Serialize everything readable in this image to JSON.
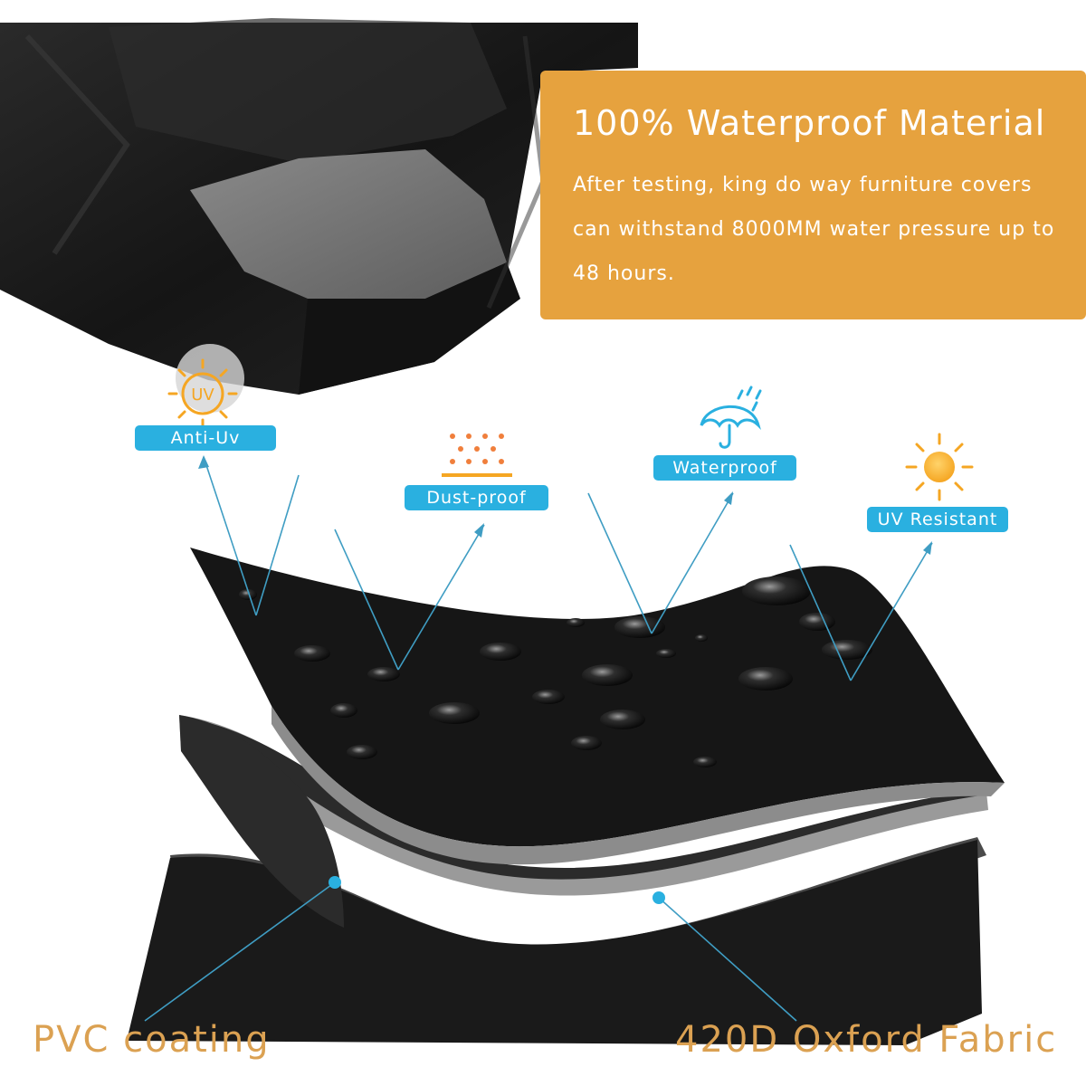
{
  "colors": {
    "accent_orange": "#e6a23e",
    "pill_blue": "#2ab0e0",
    "pointer_blue": "#3f9dc3",
    "label_gold": "#dba152",
    "fabric_black": "#1c1c1c",
    "coating_gray": "#9a9a9a"
  },
  "promo": {
    "title": "100% Waterproof Material",
    "body": "After testing, king do way furniture covers can withstand 8000MM water pressure up to 48 hours."
  },
  "features": [
    {
      "label": "Anti-Uv",
      "icon": "uv-sun-icon"
    },
    {
      "label": "Dust-proof",
      "icon": "dust-particles-icon"
    },
    {
      "label": "Waterproof",
      "icon": "umbrella-rain-icon"
    },
    {
      "label": "UV Resistant",
      "icon": "sun-icon"
    }
  ],
  "layers": {
    "left_label": "PVC coating",
    "right_label": "420D Oxford Fabric"
  },
  "icons": {
    "uv_text": "UV"
  }
}
